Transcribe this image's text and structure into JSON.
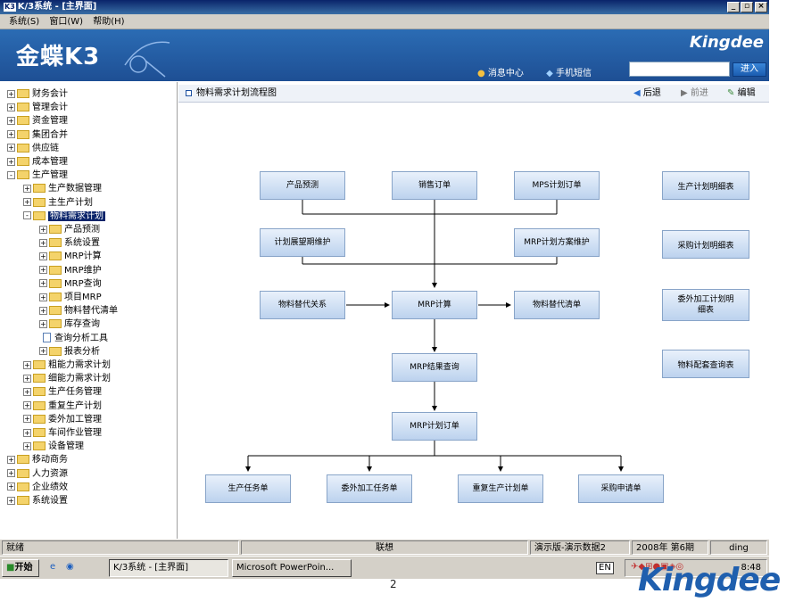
{
  "window": {
    "title": "K/3系统 - [主界面]",
    "app_badge": "K3"
  },
  "menu": [
    "系统(S)",
    "窗口(W)",
    "帮助(H)"
  ],
  "banner": {
    "logo_text": "金蝶K3",
    "brand": "Kingdee",
    "links": [
      "消息中心",
      "手机短信"
    ],
    "search_value": "",
    "go_label": "进入"
  },
  "tree": {
    "items": [
      {
        "label": "财务会计",
        "level": 0,
        "expander": "+"
      },
      {
        "label": "管理会计",
        "level": 0,
        "expander": "+"
      },
      {
        "label": "资金管理",
        "level": 0,
        "expander": "+"
      },
      {
        "label": "集团合并",
        "level": 0,
        "expander": "+"
      },
      {
        "label": "供应链",
        "level": 0,
        "expander": "+"
      },
      {
        "label": "成本管理",
        "level": 0,
        "expander": "+"
      },
      {
        "label": "生产管理",
        "level": 0,
        "expander": "-"
      },
      {
        "label": "生产数据管理",
        "level": 1,
        "expander": "+"
      },
      {
        "label": "主生产计划",
        "level": 1,
        "expander": "+"
      },
      {
        "label": "物料需求计划",
        "level": 1,
        "expander": "-",
        "selected": true
      },
      {
        "label": "产品预测",
        "level": 2,
        "expander": "+"
      },
      {
        "label": "系统设置",
        "level": 2,
        "expander": "+"
      },
      {
        "label": "MRP计算",
        "level": 2,
        "expander": "+"
      },
      {
        "label": "MRP维护",
        "level": 2,
        "expander": "+"
      },
      {
        "label": "MRP查询",
        "level": 2,
        "expander": "+"
      },
      {
        "label": "项目MRP",
        "level": 2,
        "expander": "+"
      },
      {
        "label": "物料替代清单",
        "level": 2,
        "expander": "+"
      },
      {
        "label": "库存查询",
        "level": 2,
        "expander": "+"
      },
      {
        "label": "查询分析工具",
        "level": 2,
        "expander": "",
        "doc": true
      },
      {
        "label": "报表分析",
        "level": 2,
        "expander": "+"
      },
      {
        "label": "粗能力需求计划",
        "level": 1,
        "expander": "+"
      },
      {
        "label": "细能力需求计划",
        "level": 1,
        "expander": "+"
      },
      {
        "label": "生产任务管理",
        "level": 1,
        "expander": "+"
      },
      {
        "label": "重复生产计划",
        "level": 1,
        "expander": "+"
      },
      {
        "label": "委外加工管理",
        "level": 1,
        "expander": "+"
      },
      {
        "label": "车间作业管理",
        "level": 1,
        "expander": "+"
      },
      {
        "label": "设备管理",
        "level": 1,
        "expander": "+"
      },
      {
        "label": "移动商务",
        "level": 0,
        "expander": "+"
      },
      {
        "label": "人力资源",
        "level": 0,
        "expander": "+"
      },
      {
        "label": "企业绩效",
        "level": 0,
        "expander": "+"
      },
      {
        "label": "系统设置",
        "level": 0,
        "expander": "+"
      }
    ]
  },
  "main": {
    "title": "物料需求计划流程图",
    "nav": {
      "back": "后退",
      "forward": "前进",
      "edit": "编辑"
    },
    "flow": {
      "product_forecast": "产品预测",
      "sales_order": "销售订单",
      "mps_order": "MPS计划订单",
      "plan_horizon": "计划展望期维护",
      "mrp_scheme": "MRP计划方案维护",
      "substitute_relation": "物料替代关系",
      "mrp_calc": "MRP计算",
      "substitute_list": "物料替代清单",
      "mrp_result": "MRP结果查询",
      "mrp_order": "MRP计划订单",
      "production_task": "生产任务单",
      "outsource_task": "委外加工任务单",
      "repetitive_plan": "重复生产计划单",
      "purchase_request": "采购申请单"
    },
    "reports": [
      "生产计划明细表",
      "采购计划明细表",
      "委外加工计划明细表",
      "物料配套查询表"
    ]
  },
  "status": {
    "ready": "就绪",
    "center": "联想",
    "account": "演示版-演示数据2",
    "period": "2008年 第6期",
    "user": "ding"
  },
  "taskbar": {
    "start": "开始",
    "tasks": [
      "K/3系统 - [主界面]",
      "Microsoft PowerPoin..."
    ],
    "lang": "EN",
    "clock": "8:48"
  },
  "slide": {
    "page_number": "2",
    "footer_logo": "Kingdee"
  }
}
